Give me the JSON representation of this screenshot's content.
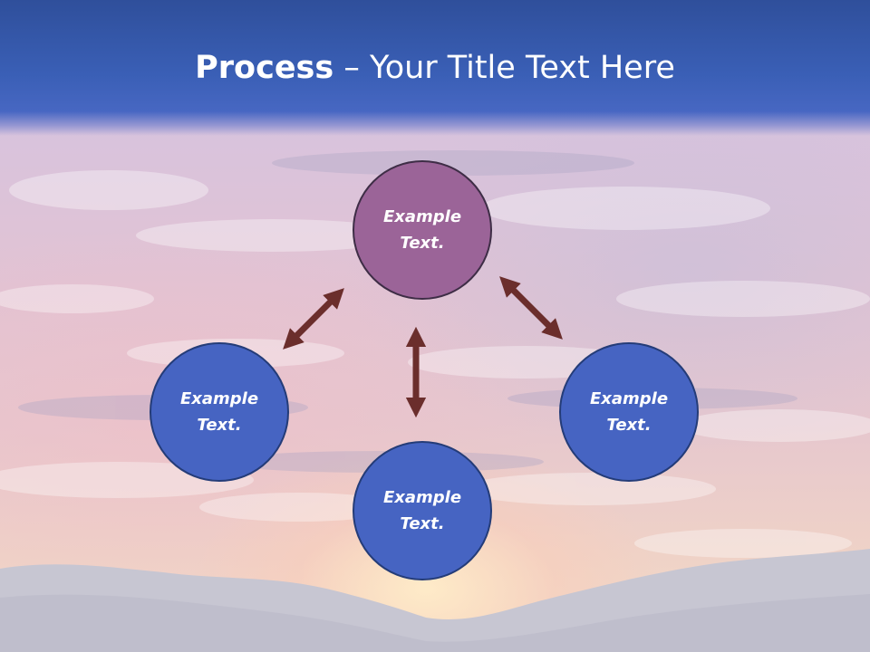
{
  "title": {
    "bold": "Process",
    "rest": " – Your Title Text Here"
  },
  "nodes": {
    "top": {
      "line1": "Example",
      "line2": "Text."
    },
    "left": {
      "line1": "Example",
      "line2": "Text."
    },
    "right": {
      "line1": "Example",
      "line2": "Text."
    },
    "bottom": {
      "line1": "Example",
      "line2": "Text."
    }
  },
  "colors": {
    "title_bar": "#3a5fb6",
    "node_top": "#9b6498",
    "node_blue": "#4664c2",
    "arrow": "#6b2e2c"
  }
}
